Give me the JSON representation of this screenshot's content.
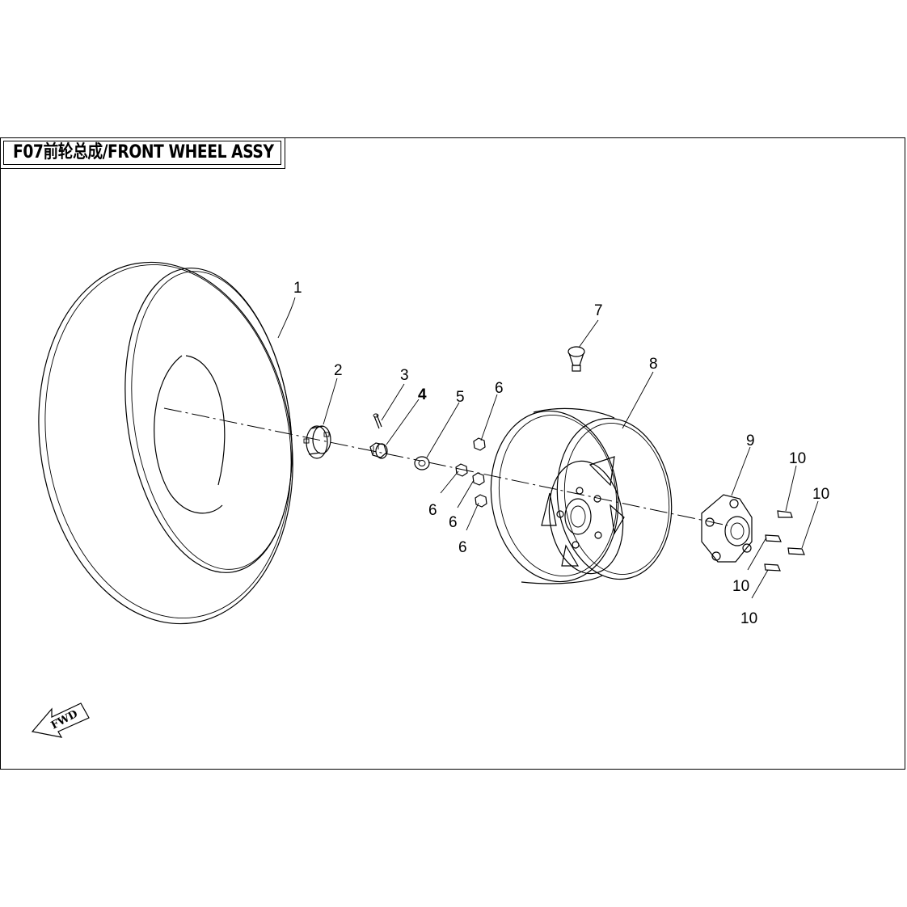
{
  "title": "F07前轮总成/FRONT WHEEL ASSY",
  "fwd_label": "FWD",
  "callouts": {
    "c1": "1",
    "c2": "2",
    "c3": "3",
    "c4": "4",
    "c5": "5",
    "c6a": "6",
    "c6b": "6",
    "c6c": "6",
    "c6d": "6",
    "c7": "7",
    "c8": "8",
    "c9": "9",
    "c10a": "10",
    "c10b": "10",
    "c10c": "10",
    "c10d": "10"
  }
}
